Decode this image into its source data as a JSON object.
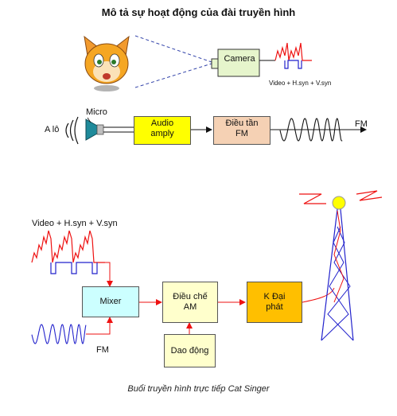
{
  "title": "Mô tả sự hoạt động của đài truyền hình",
  "caption": "Buổi truyền hình trực tiếp Cat Singer",
  "camera": {
    "label": "Camera",
    "signal_label": "Video + H.syn + V.syn"
  },
  "audio_chain": {
    "source_label": "A lô",
    "micro_label": "Micro",
    "audio_amp_label_1": "Audio",
    "audio_amp_label_2": "amply",
    "fm_mod_label_1": "Điều tần",
    "fm_mod_label_2": "FM",
    "output_label": "FM"
  },
  "transmitter": {
    "video_label": "Video + H.syn + V.syn",
    "fm_label": "FM",
    "mixer_label": "Mixer",
    "am_mod_label_1": "Điều chế",
    "am_mod_label_2": "AM",
    "oscillator_label": "Dao động",
    "amp_label_1": "K Đại",
    "amp_label_2": "phát"
  },
  "colors": {
    "yellow": "#ffff00",
    "peach": "#f5d1b4",
    "cyan": "#ccffff",
    "light_yellow": "#ffffcc",
    "orange": "#ffbf00",
    "red": "#ee1111",
    "blue": "#2222cc",
    "dark_blue": "#1a1a80",
    "camera_green": "#e6f5cc"
  }
}
